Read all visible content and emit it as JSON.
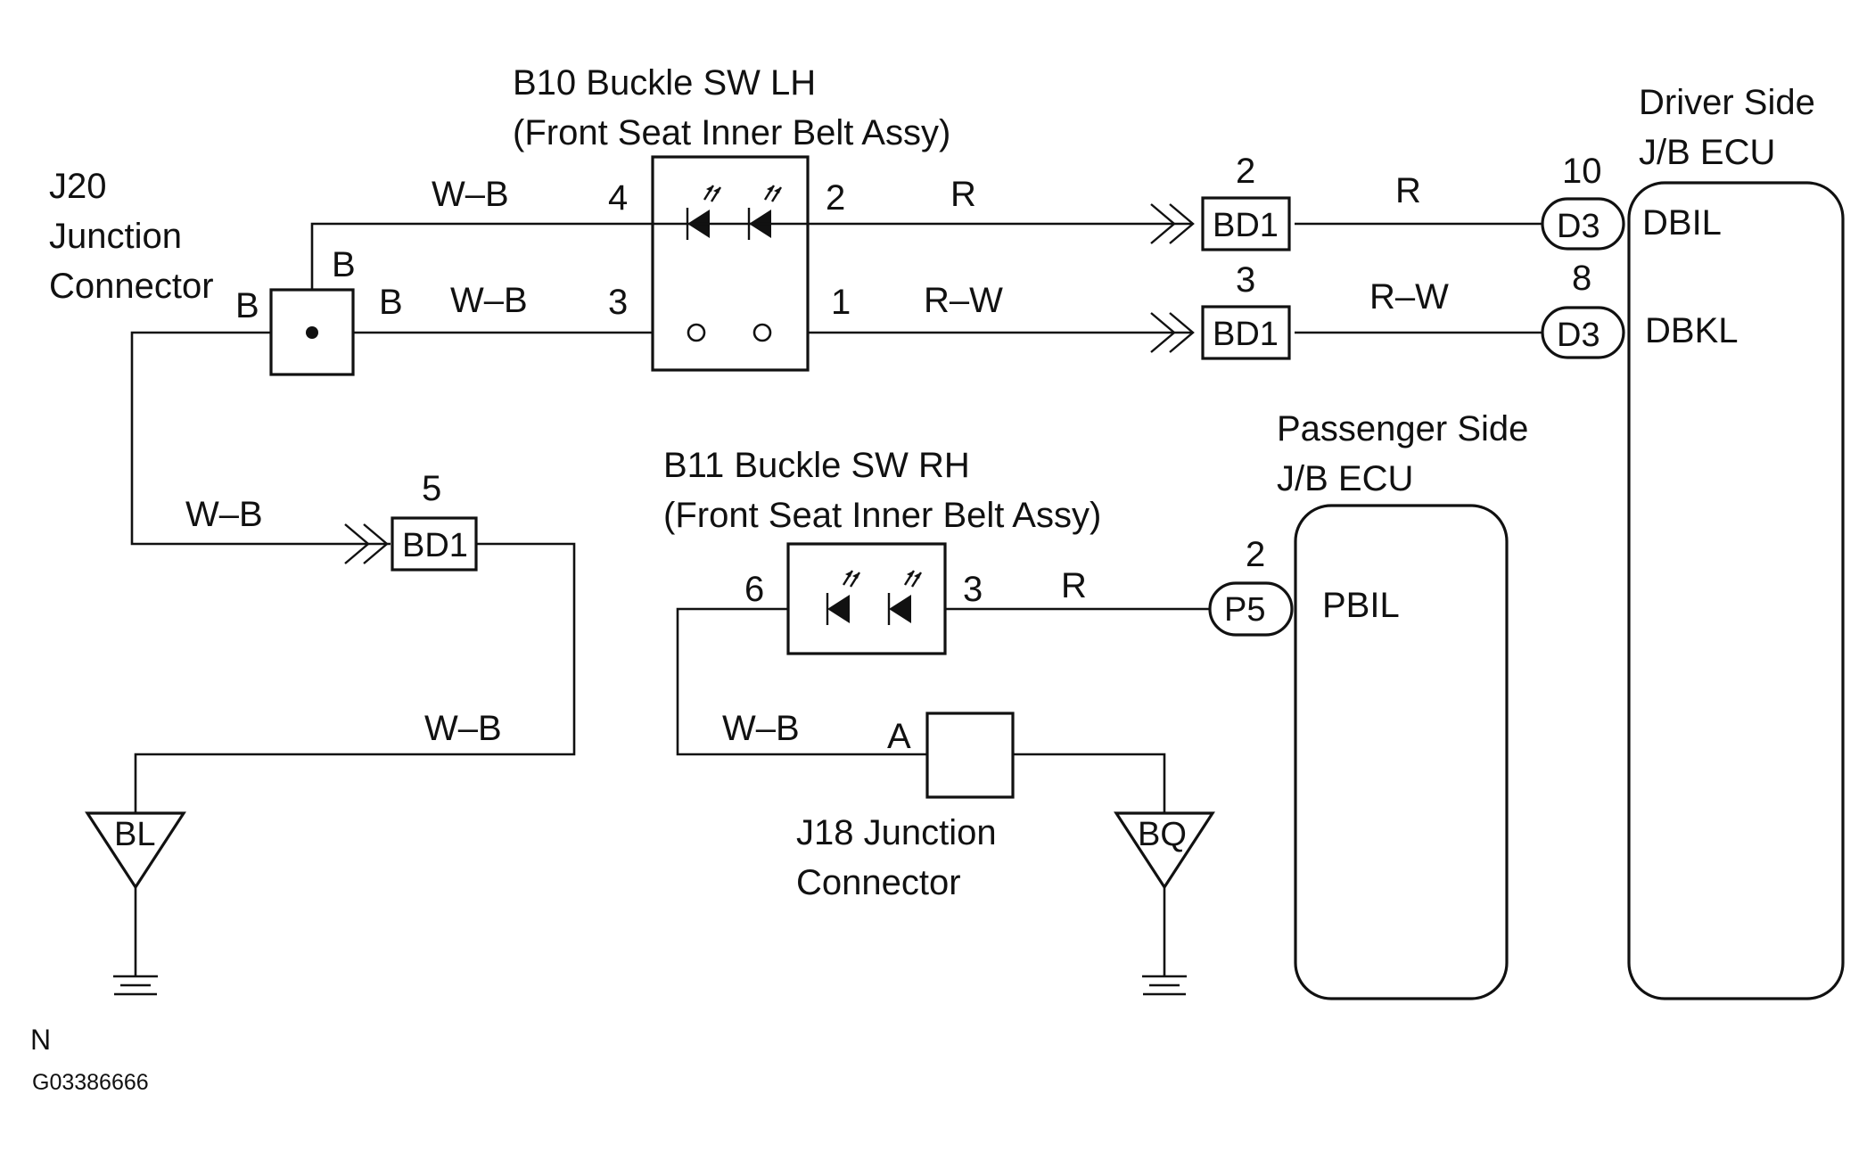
{
  "b10": {
    "title": "B10 Buckle SW LH",
    "subtitle": "(Front Seat Inner Belt Assy)",
    "pin_4": "4",
    "pin_2": "2",
    "pin_3": "3",
    "pin_1": "1"
  },
  "b11": {
    "title": "B11 Buckle SW RH",
    "subtitle": "(Front Seat Inner Belt Assy)",
    "pin_6": "6",
    "pin_3": "3"
  },
  "j20": {
    "line1": "J20",
    "line2": "Junction",
    "line3": "Connector",
    "pin_b_left": "B",
    "pin_b_top": "B",
    "pin_b_right": "B"
  },
  "j18": {
    "line1": "J18 Junction",
    "line2": "Connector",
    "pin_a": "A"
  },
  "bd1_top": {
    "label": "BD1",
    "pin": "2"
  },
  "bd1_mid": {
    "label": "BD1",
    "pin": "3"
  },
  "bd1_low": {
    "label": "BD1",
    "pin": "5"
  },
  "driver_ecu": {
    "line1": "Driver Side",
    "line2": "J/B ECU",
    "d3_top": {
      "label": "D3",
      "pin": "10",
      "signal": "DBIL"
    },
    "d3_mid": {
      "label": "D3",
      "pin": "8",
      "signal": "DBKL"
    }
  },
  "passenger_ecu": {
    "line1": "Passenger Side",
    "line2": "J/B ECU",
    "p5": {
      "label": "P5",
      "pin": "2",
      "signal": "PBIL"
    }
  },
  "wires": {
    "w_top_left": "W–B",
    "w_mid_left": "W–B",
    "w_r_a": "R",
    "w_r_b": "R",
    "w_rw_a": "R–W",
    "w_rw_b": "R–W",
    "w_wb_left_low": "W–B",
    "w_wb_bottom": "W–B",
    "w_b11_r": "R",
    "w_b11_wb": "W–B"
  },
  "grounds": {
    "bl": "BL",
    "bq": "BQ"
  },
  "footer": {
    "letter": "N",
    "code": "G03386666"
  }
}
